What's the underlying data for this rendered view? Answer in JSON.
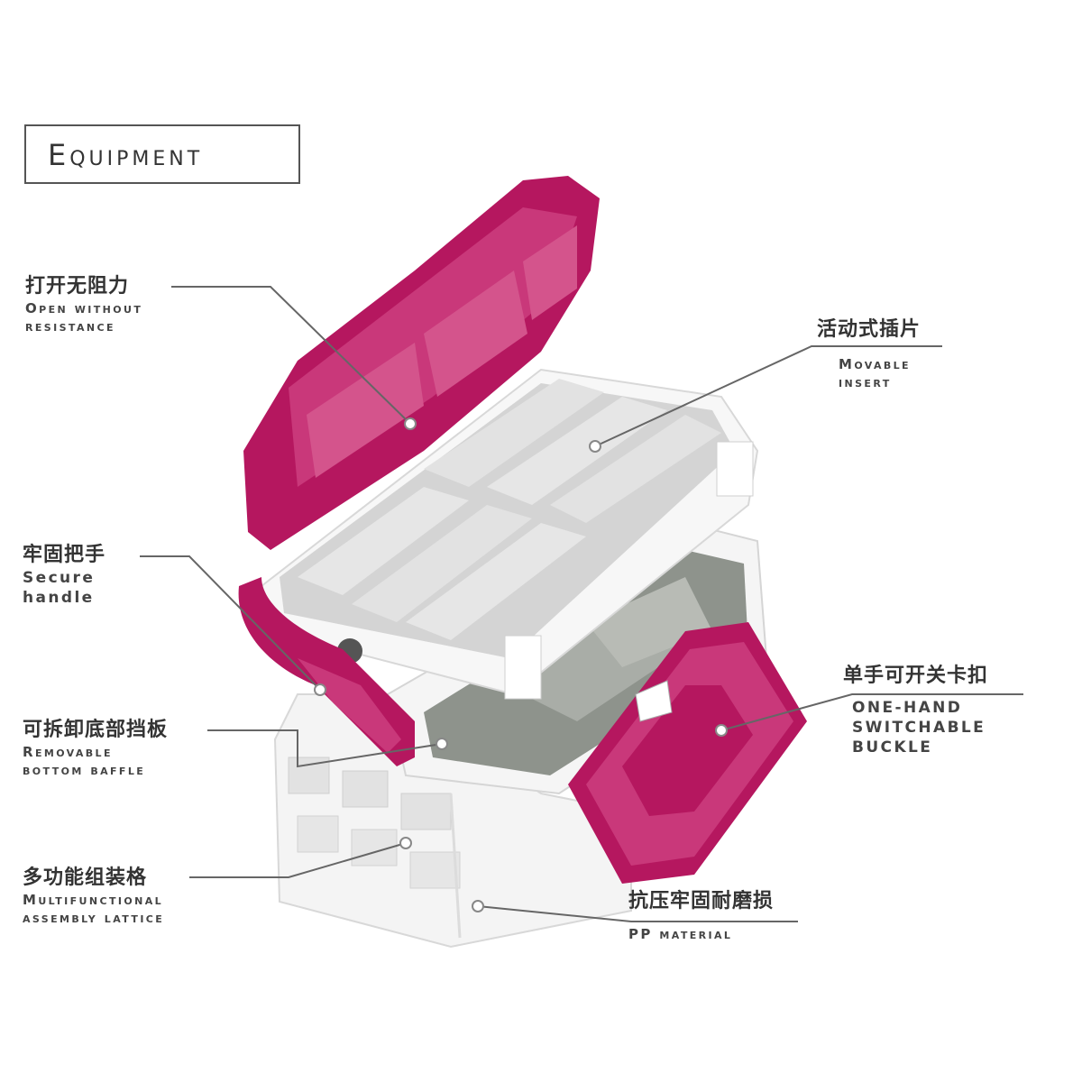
{
  "title": "Equipment",
  "callouts": {
    "open": {
      "zh": "打开无阻力",
      "en1": "Open without",
      "en2": "resistance"
    },
    "insert": {
      "zh": "活动式插片",
      "en1": "Movable",
      "en2": "insert"
    },
    "handle": {
      "zh": "牢固把手",
      "en1": "Secure",
      "en2": "handle"
    },
    "buckle": {
      "zh": "单手可开关卡扣",
      "en1": "ONE-HAND",
      "en2": "SWITCHABLE",
      "en3": "BUCKLE"
    },
    "baffle": {
      "zh": "可拆卸底部挡板",
      "en1": "Removable",
      "en2": "bottom baffle"
    },
    "lattice": {
      "zh": "多功能组装格",
      "en1": "Multifunctional",
      "en2": "assembly lattice"
    },
    "material": {
      "zh": "抗压牢固耐磨损",
      "en1": "PP material"
    }
  },
  "colors": {
    "magenta": "#b5175f",
    "magenta_light": "#c9387a",
    "white_plastic": "#f2f2f2",
    "grey_insert": "#c8c8c8",
    "line": "#666666"
  }
}
